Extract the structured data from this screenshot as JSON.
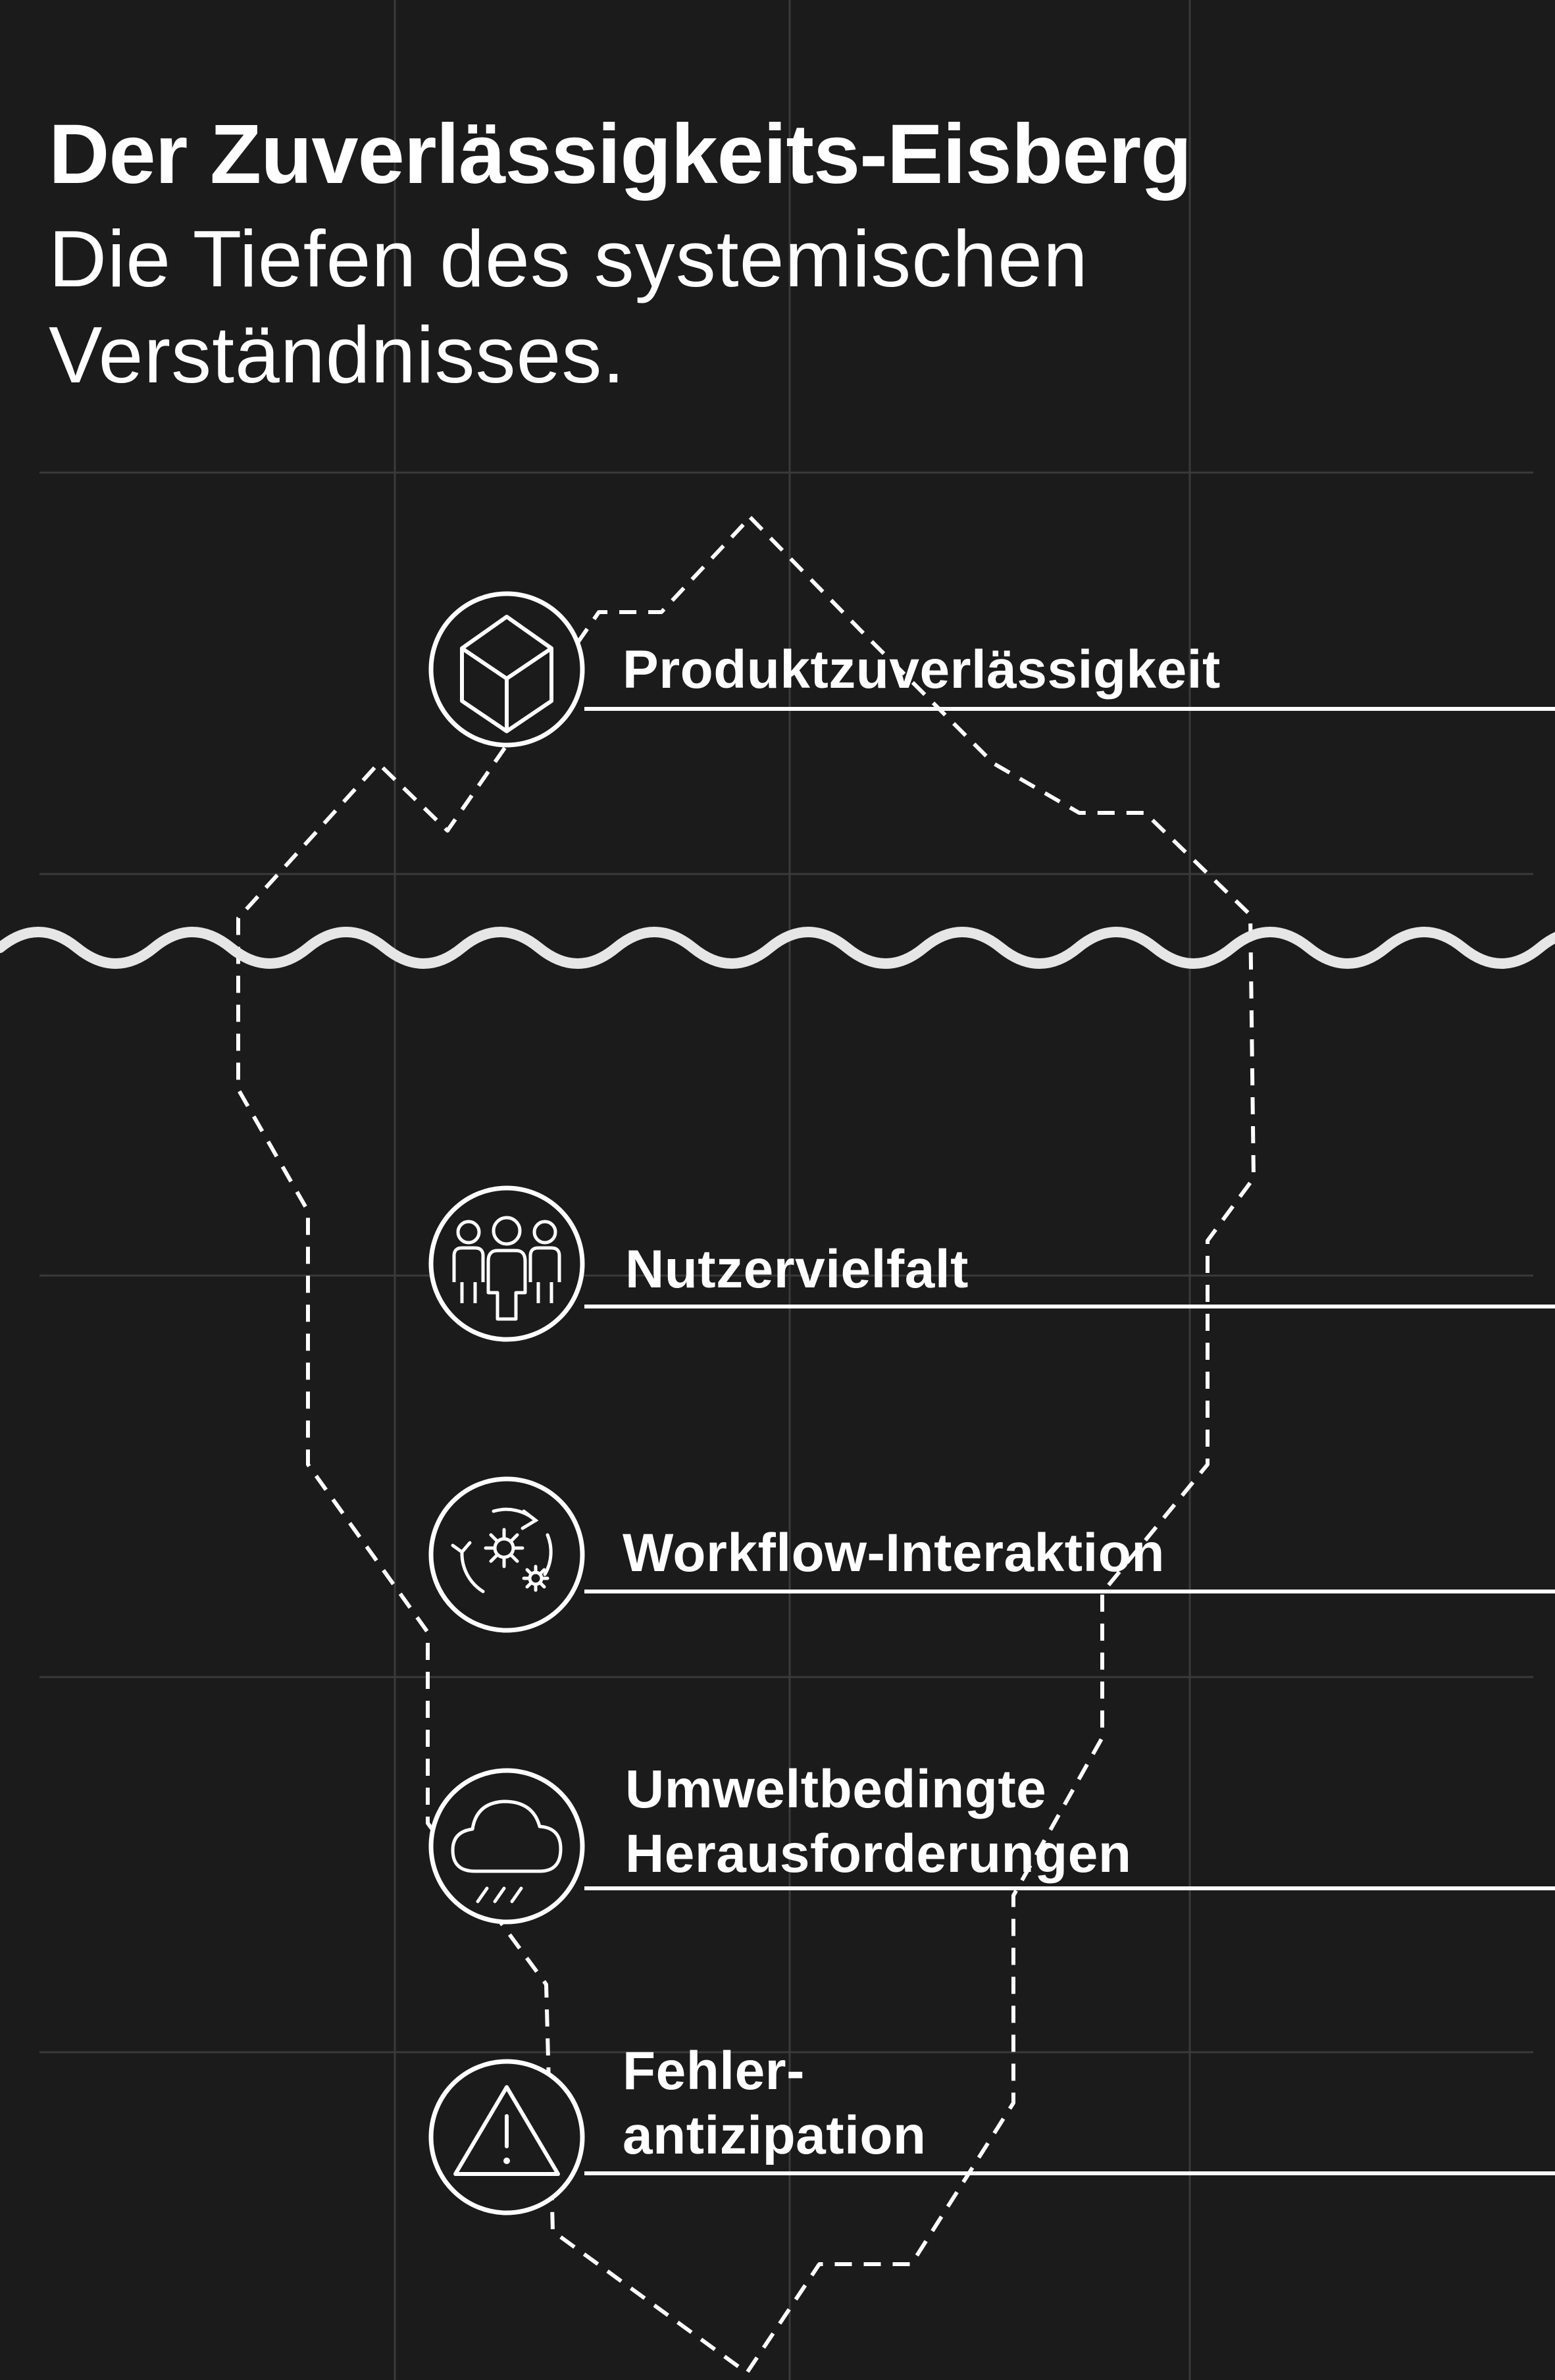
{
  "header": {
    "title": "Der Zuverlässigkeits-Eisberg",
    "subtitle_line1": "Die Tiefen des systemischen",
    "subtitle_line2": "Verständnisses."
  },
  "levels": [
    {
      "icon": "cube-icon",
      "label_lines": [
        "Produktzuverlässigkeit"
      ],
      "position": "above-water"
    },
    {
      "icon": "users-icon",
      "label_lines": [
        "Nutzervielfalt"
      ],
      "position": "below-water"
    },
    {
      "icon": "workflow-gears-icon",
      "label_lines": [
        "Workflow-Interaktion"
      ],
      "position": "below-water"
    },
    {
      "icon": "rain-cloud-icon",
      "label_lines": [
        "Umweltbedingte",
        "Herausforderungen"
      ],
      "position": "below-water"
    },
    {
      "icon": "warning-triangle-icon",
      "label_lines": [
        "Fehler-",
        "antizipation"
      ],
      "position": "below-water"
    }
  ],
  "colors": {
    "background": "#1b1b1b",
    "foreground": "#ffffff",
    "grid": "#3a3a3a",
    "waterline": "#e6e6e6"
  }
}
